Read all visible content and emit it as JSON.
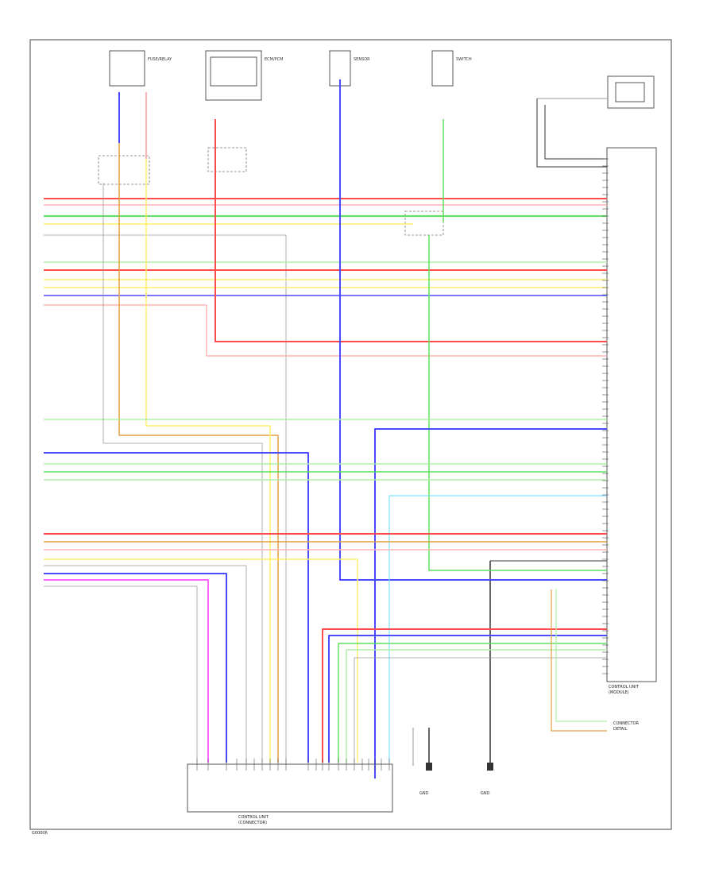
{
  "figure_code": "G00006",
  "colors": {
    "red": "#ff4d4d",
    "pink": "#ffb3b3",
    "blue": "#4a4aff",
    "lightblue": "#9aa0ff",
    "green": "#5fe05f",
    "lightgreen": "#aef0a5",
    "yellow": "#ffef6a",
    "orange": "#e0a040",
    "magenta": "#ff66ff",
    "gray": "#999999",
    "cyan": "#80e0ff",
    "black": "#333333"
  },
  "top_components": [
    {
      "id": "comp-a",
      "name": "ignition-relay-box",
      "label": "",
      "sublabel": "FUSE/RELAY"
    },
    {
      "id": "comp-b",
      "name": "engine-control-module-top",
      "label": "",
      "sublabel": "ECM/PCM"
    },
    {
      "id": "comp-c",
      "name": "sensor-top",
      "label": "",
      "sublabel": "SENSOR"
    },
    {
      "id": "comp-d",
      "name": "switch-top",
      "label": "",
      "sublabel": "SWITCH"
    },
    {
      "id": "comp-e",
      "name": "gauge-top-right",
      "label": "",
      "sublabel": ""
    }
  ],
  "bottom_components": {
    "main_connector_caption": [
      "CONTROL UNIT",
      "(CONNECTOR)"
    ],
    "ground_left_caption": [
      "GND"
    ],
    "ground_right_caption": [
      "GND"
    ]
  },
  "right_module_caption": [
    "CONTROL UNIT",
    "(MODULE)"
  ],
  "bottom_right_note": [
    "CONNECTOR",
    "DETAIL"
  ]
}
